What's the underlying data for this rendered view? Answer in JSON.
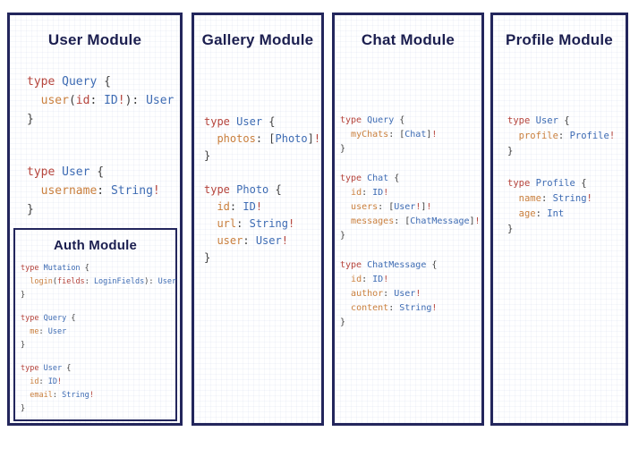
{
  "palette": {
    "page_bg": "#ffffff",
    "border_navy": "#23265c",
    "title_navy": "#1b1e4f",
    "keyword_red": "#b5443c",
    "type_blue": "#3d6bb3",
    "field_orange": "#c97f3d",
    "punct_gray": "#404040"
  },
  "panels": [
    {
      "title": "User Module",
      "blocks": [
        [
          [
            [
              "kw",
              "type"
            ],
            [
              "pu",
              " "
            ],
            [
              "ty",
              "Query"
            ],
            [
              "pu",
              " {"
            ]
          ],
          [
            [
              "pu",
              "  "
            ],
            [
              "fl",
              "user"
            ],
            [
              "pu",
              "("
            ],
            [
              "ar",
              "id"
            ],
            [
              "pu",
              ": "
            ],
            [
              "ty",
              "ID"
            ],
            [
              "bg",
              "!"
            ],
            [
              "pu",
              "): "
            ],
            [
              "ty",
              "User"
            ]
          ],
          [
            [
              "pu",
              "}"
            ]
          ]
        ],
        [
          [
            [
              "kw",
              "type"
            ],
            [
              "pu",
              " "
            ],
            [
              "ty",
              "User"
            ],
            [
              "pu",
              " {"
            ]
          ],
          [
            [
              "pu",
              "  "
            ],
            [
              "fl",
              "username"
            ],
            [
              "pu",
              ": "
            ],
            [
              "ty",
              "String"
            ],
            [
              "bg",
              "!"
            ]
          ],
          [
            [
              "pu",
              "}"
            ]
          ]
        ]
      ],
      "sub_panel": {
        "title": "Auth Module",
        "blocks": [
          [
            [
              [
                "kw",
                "type"
              ],
              [
                "pu",
                " "
              ],
              [
                "ty",
                "Mutation"
              ],
              [
                "pu",
                " {"
              ]
            ],
            [
              [
                "pu",
                "  "
              ],
              [
                "fl",
                "login"
              ],
              [
                "pu",
                "("
              ],
              [
                "ar",
                "fields"
              ],
              [
                "pu",
                ": "
              ],
              [
                "ty",
                "LoginFields"
              ],
              [
                "pu",
                "): "
              ],
              [
                "ty",
                "User"
              ]
            ],
            [
              [
                "pu",
                "}"
              ]
            ]
          ],
          [
            [
              [
                "kw",
                "type"
              ],
              [
                "pu",
                " "
              ],
              [
                "ty",
                "Query"
              ],
              [
                "pu",
                " {"
              ]
            ],
            [
              [
                "pu",
                "  "
              ],
              [
                "fl",
                "me"
              ],
              [
                "pu",
                ": "
              ],
              [
                "ty",
                "User"
              ]
            ],
            [
              [
                "pu",
                "}"
              ]
            ]
          ],
          [
            [
              [
                "kw",
                "type"
              ],
              [
                "pu",
                " "
              ],
              [
                "ty",
                "User"
              ],
              [
                "pu",
                " {"
              ]
            ],
            [
              [
                "pu",
                "  "
              ],
              [
                "fl",
                "id"
              ],
              [
                "pu",
                ": "
              ],
              [
                "ty",
                "ID"
              ],
              [
                "bg",
                "!"
              ]
            ],
            [
              [
                "pu",
                "  "
              ],
              [
                "fl",
                "email"
              ],
              [
                "pu",
                ": "
              ],
              [
                "ty",
                "String"
              ],
              [
                "bg",
                "!"
              ]
            ],
            [
              [
                "pu",
                "}"
              ]
            ]
          ]
        ]
      }
    },
    {
      "title": "Gallery Module",
      "blocks": [
        [
          [
            [
              "kw",
              "type"
            ],
            [
              "pu",
              " "
            ],
            [
              "ty",
              "User"
            ],
            [
              "pu",
              " {"
            ]
          ],
          [
            [
              "pu",
              "  "
            ],
            [
              "fl",
              "photos"
            ],
            [
              "pu",
              ": ["
            ],
            [
              "ty",
              "Photo"
            ],
            [
              "pu",
              "]"
            ],
            [
              "bg",
              "!"
            ]
          ],
          [
            [
              "pu",
              "}"
            ]
          ]
        ],
        [
          [
            [
              "kw",
              "type"
            ],
            [
              "pu",
              " "
            ],
            [
              "ty",
              "Photo"
            ],
            [
              "pu",
              " {"
            ]
          ],
          [
            [
              "pu",
              "  "
            ],
            [
              "fl",
              "id"
            ],
            [
              "pu",
              ": "
            ],
            [
              "ty",
              "ID"
            ],
            [
              "bg",
              "!"
            ]
          ],
          [
            [
              "pu",
              "  "
            ],
            [
              "fl",
              "url"
            ],
            [
              "pu",
              ": "
            ],
            [
              "ty",
              "String"
            ],
            [
              "bg",
              "!"
            ]
          ],
          [
            [
              "pu",
              "  "
            ],
            [
              "fl",
              "user"
            ],
            [
              "pu",
              ": "
            ],
            [
              "ty",
              "User"
            ],
            [
              "bg",
              "!"
            ]
          ],
          [
            [
              "pu",
              "}"
            ]
          ]
        ]
      ]
    },
    {
      "title": "Chat Module",
      "blocks": [
        [
          [
            [
              "kw",
              "type"
            ],
            [
              "pu",
              " "
            ],
            [
              "ty",
              "Query"
            ],
            [
              "pu",
              " {"
            ]
          ],
          [
            [
              "pu",
              "  "
            ],
            [
              "fl",
              "myChats"
            ],
            [
              "pu",
              ": ["
            ],
            [
              "ty",
              "Chat"
            ],
            [
              "pu",
              "]"
            ],
            [
              "bg",
              "!"
            ]
          ],
          [
            [
              "pu",
              "}"
            ]
          ]
        ],
        [
          [
            [
              "kw",
              "type"
            ],
            [
              "pu",
              " "
            ],
            [
              "ty",
              "Chat"
            ],
            [
              "pu",
              " {"
            ]
          ],
          [
            [
              "pu",
              "  "
            ],
            [
              "fl",
              "id"
            ],
            [
              "pu",
              ": "
            ],
            [
              "ty",
              "ID"
            ],
            [
              "bg",
              "!"
            ]
          ],
          [
            [
              "pu",
              "  "
            ],
            [
              "fl",
              "users"
            ],
            [
              "pu",
              ": ["
            ],
            [
              "ty",
              "User"
            ],
            [
              "bg",
              "!"
            ],
            [
              "pu",
              "]"
            ],
            [
              "bg",
              "!"
            ]
          ],
          [
            [
              "pu",
              "  "
            ],
            [
              "fl",
              "messages"
            ],
            [
              "pu",
              ": ["
            ],
            [
              "ty",
              "ChatMessage"
            ],
            [
              "pu",
              "]"
            ],
            [
              "bg",
              "!"
            ]
          ],
          [
            [
              "pu",
              "}"
            ]
          ]
        ],
        [
          [
            [
              "kw",
              "type"
            ],
            [
              "pu",
              " "
            ],
            [
              "ty",
              "ChatMessage"
            ],
            [
              "pu",
              " {"
            ]
          ],
          [
            [
              "pu",
              "  "
            ],
            [
              "fl",
              "id"
            ],
            [
              "pu",
              ": "
            ],
            [
              "ty",
              "ID"
            ],
            [
              "bg",
              "!"
            ]
          ],
          [
            [
              "pu",
              "  "
            ],
            [
              "fl",
              "author"
            ],
            [
              "pu",
              ": "
            ],
            [
              "ty",
              "User"
            ],
            [
              "bg",
              "!"
            ]
          ],
          [
            [
              "pu",
              "  "
            ],
            [
              "fl",
              "content"
            ],
            [
              "pu",
              ": "
            ],
            [
              "ty",
              "String"
            ],
            [
              "bg",
              "!"
            ]
          ],
          [
            [
              "pu",
              "}"
            ]
          ]
        ]
      ]
    },
    {
      "title": "Profile Module",
      "blocks": [
        [
          [
            [
              "kw",
              "type"
            ],
            [
              "pu",
              " "
            ],
            [
              "ty",
              "User"
            ],
            [
              "pu",
              " {"
            ]
          ],
          [
            [
              "pu",
              "  "
            ],
            [
              "fl",
              "profile"
            ],
            [
              "pu",
              ": "
            ],
            [
              "ty",
              "Profile"
            ],
            [
              "bg",
              "!"
            ]
          ],
          [
            [
              "pu",
              "}"
            ]
          ]
        ],
        [
          [
            [
              "kw",
              "type"
            ],
            [
              "pu",
              " "
            ],
            [
              "ty",
              "Profile"
            ],
            [
              "pu",
              " {"
            ]
          ],
          [
            [
              "pu",
              "  "
            ],
            [
              "fl",
              "name"
            ],
            [
              "pu",
              ": "
            ],
            [
              "ty",
              "String"
            ],
            [
              "bg",
              "!"
            ]
          ],
          [
            [
              "pu",
              "  "
            ],
            [
              "fl",
              "age"
            ],
            [
              "pu",
              ": "
            ],
            [
              "ty",
              "Int"
            ]
          ],
          [
            [
              "pu",
              "}"
            ]
          ]
        ]
      ]
    }
  ]
}
